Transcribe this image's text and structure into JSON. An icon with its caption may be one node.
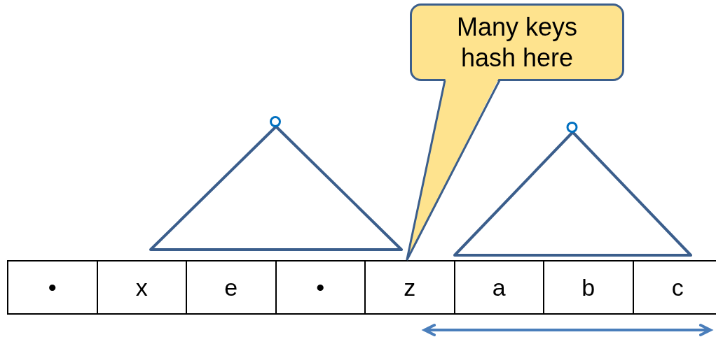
{
  "diagram": {
    "nodes": [
      {
        "text": [
          "Many keys hash here"
        ]
      },
      {
        "text": [],
        "shape": "triangle"
      },
      {
        "text": [],
        "shape": "triangle"
      },
      {
        "text": [
          "•"
        ]
      },
      {
        "text": [
          "x"
        ]
      },
      {
        "text": [
          "e"
        ]
      },
      {
        "text": [
          "•"
        ]
      },
      {
        "text": [
          "z"
        ]
      },
      {
        "text": [
          "a"
        ]
      },
      {
        "text": [
          "b"
        ]
      },
      {
        "text": [
          "c"
        ]
      }
    ],
    "edges": [
      {
        "from": 0,
        "to": 7,
        "arrow": "none"
      }
    ]
  }
}
